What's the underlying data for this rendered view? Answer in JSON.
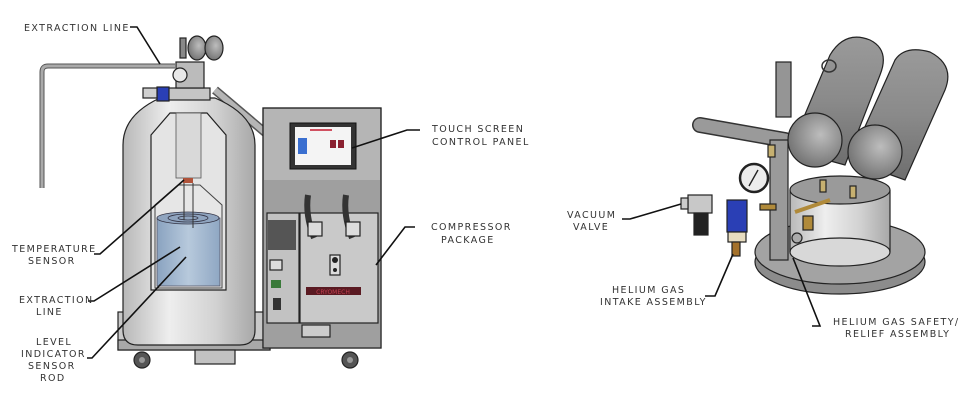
{
  "figure": {
    "type": "technical-illustration",
    "left_unit": {
      "labels": {
        "extraction_line_top": "EXTRACTION LINE",
        "touch_screen": [
          "TOUCH SCREEN",
          "CONTROL PANEL"
        ],
        "compressor": [
          "COMPRESSOR",
          "PACKAGE"
        ],
        "temperature_sensor": [
          "TEMPERATURE",
          "SENSOR"
        ],
        "extraction_line": [
          "EXTRACTION",
          "LINE"
        ],
        "level_indicator": [
          "LEVEL",
          "INDICATOR",
          "SENSOR",
          "ROD"
        ]
      },
      "brand_plate": "CRYOMECH"
    },
    "right_unit": {
      "labels": {
        "vacuum_valve": [
          "VACUUM",
          "VALVE"
        ],
        "helium_intake": [
          "HELIUM GAS",
          "INTAKE ASSEMBLY"
        ],
        "helium_safety": [
          "HELIUM GAS SAFETY/",
          "RELIEF ASSEMBLY"
        ]
      }
    },
    "colors": {
      "steel": "#c8c8c8",
      "dark_steel": "#7a7a7a",
      "cabinet": "#a9a9a9",
      "liquid": "#9fb6cf",
      "brass": "#b08a3a",
      "blue_fitting": "#2a3fb5",
      "label_text": "#333333"
    }
  }
}
